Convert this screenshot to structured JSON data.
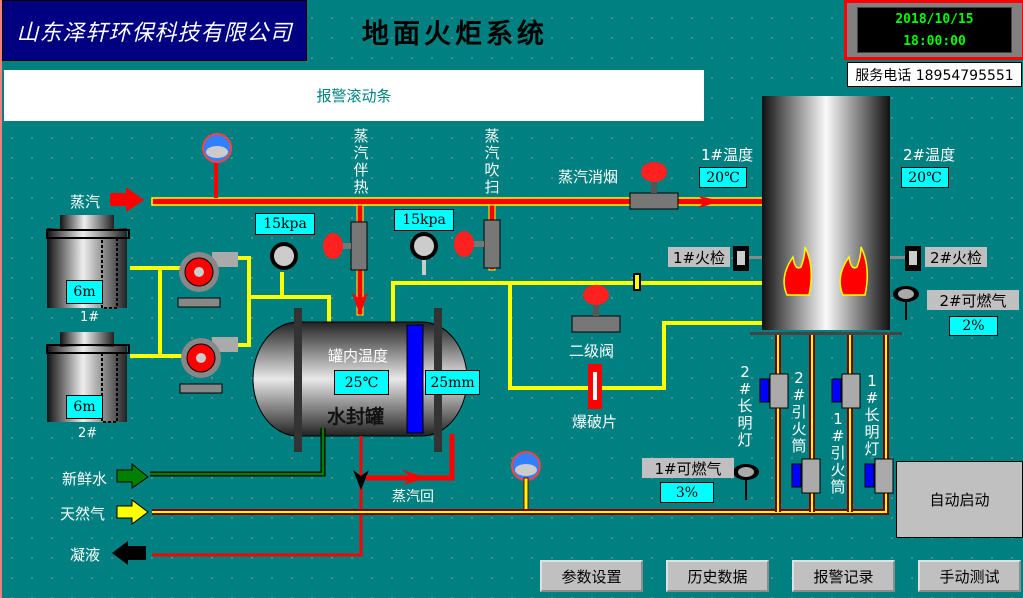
{
  "header": {
    "company": "山东泽轩环保科技有限公司",
    "system_title": "地面火炬系统",
    "alarm_ticker": "报警滚动条",
    "date": "2018/10/15",
    "time": "18:00:00",
    "service_phone": "服务电话 18954795551"
  },
  "inputs": {
    "steam": "蒸汽",
    "fresh_water": "新鲜水",
    "natural_gas": "天然气",
    "condensate": "凝液"
  },
  "tanks": [
    {
      "name": "1#",
      "level": "6m"
    },
    {
      "name": "2#",
      "level": "6m"
    }
  ],
  "pipe_labels": {
    "steam_tracing": "蒸汽伴热",
    "steam_purge": "蒸汽吹扫",
    "steam_smoke": "蒸汽消烟",
    "steam_return": "蒸汽回",
    "secondary_valve": "二级阀",
    "rupture_disc": "爆破片"
  },
  "pressures": {
    "tracing_pressure": "15kpa",
    "purge_pressure": "15kpa"
  },
  "seal_tank": {
    "name": "水封罐",
    "temp_label": "罐内温度",
    "temp": "25℃",
    "level": "25mm"
  },
  "flare": {
    "temp1_label": "1#温度",
    "temp1": "20℃",
    "temp2_label": "2#温度",
    "temp2": "20℃",
    "detector1": "1#火检",
    "detector2": "2#火检",
    "gas2_label": "2#可燃气",
    "gas2": "2%",
    "gas1_label": "1#可燃气",
    "gas1": "3%"
  },
  "burners": {
    "pilot2": "2#长明灯",
    "igniter2": "2#引火筒",
    "igniter1": "1#引火筒",
    "pilot1": "1#长明灯"
  },
  "auto_start": "自动启动",
  "buttons": [
    "参数设置",
    "历史数据",
    "报警记录",
    "手动测试"
  ],
  "colors": {
    "background": "#008080",
    "steam_pipe": "#ff0000",
    "gas_pipe": "#ffff00",
    "water_pipe": "#008000",
    "value_box": "#00ffff"
  }
}
